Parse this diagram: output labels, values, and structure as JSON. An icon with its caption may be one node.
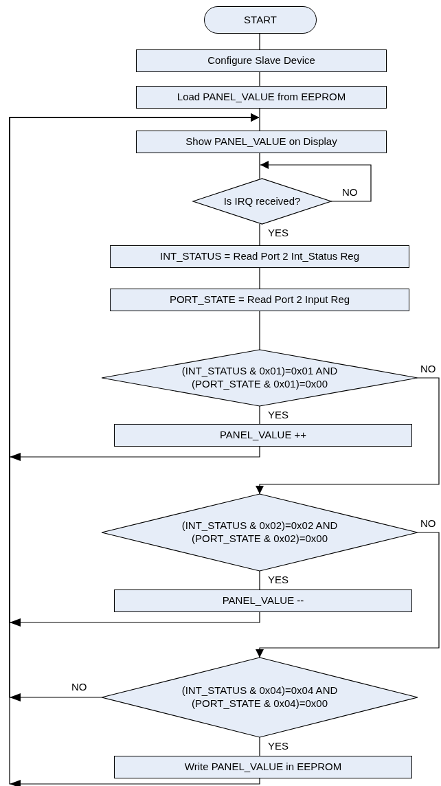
{
  "diagram": {
    "nodes": [
      {
        "text": [
          "START"
        ]
      },
      {
        "text": [
          "Configure Slave Device"
        ]
      },
      {
        "text": [
          "Load PANEL_VALUE from EEPROM"
        ]
      },
      {
        "text": [
          "Show PANEL_VALUE on Display"
        ]
      },
      {
        "text": [
          "Is IRQ received?"
        ]
      },
      {
        "text": [
          "INT_STATUS = Read Port 2 Int_Status Reg"
        ]
      },
      {
        "text": [
          "PORT_STATE = Read Port 2 Input Reg"
        ]
      },
      {
        "text": [
          "(INT_STATUS & 0x01)=0x01 AND (PORT_STATE & 0x01)=0x00"
        ]
      },
      {
        "text": [
          "PANEL_VALUE ++"
        ]
      },
      {
        "text": [
          "(INT_STATUS & 0x02)=0x02 AND (PORT_STATE & 0x02)=0x00"
        ]
      },
      {
        "text": [
          "PANEL_VALUE --"
        ]
      },
      {
        "text": [
          "(INT_STATUS & 0x04)=0x04 AND (PORT_STATE & 0x04)=0x00"
        ]
      },
      {
        "text": [
          "Write PANEL_VALUE in EEPROM"
        ]
      }
    ],
    "edges": [
      {
        "from": 0,
        "to": 1,
        "arrow": "none"
      },
      {
        "from": 1,
        "to": 2,
        "arrow": "none"
      },
      {
        "from": 2,
        "to": 3,
        "arrow": "none"
      },
      {
        "from": 3,
        "to": 4,
        "arrow": "none"
      },
      {
        "from": 4,
        "to": 4,
        "arrow": "to",
        "label": "NO"
      },
      {
        "from": 4,
        "to": 5,
        "arrow": "none",
        "label": "YES"
      },
      {
        "from": 5,
        "to": 6,
        "arrow": "none"
      },
      {
        "from": 6,
        "to": 7,
        "arrow": "none"
      },
      {
        "from": 7,
        "to": 8,
        "arrow": "none",
        "label": "YES"
      },
      {
        "from": 7,
        "to": 9,
        "arrow": "to",
        "label": "NO"
      },
      {
        "from": 8,
        "to": 3,
        "arrow": "to"
      },
      {
        "from": 9,
        "to": 10,
        "arrow": "none",
        "label": "YES"
      },
      {
        "from": 10,
        "to": 3,
        "arrow": "to"
      },
      {
        "from": 9,
        "to": 11,
        "arrow": "to",
        "label": "NO"
      },
      {
        "from": 11,
        "to": 12,
        "arrow": "none",
        "label": "YES"
      },
      {
        "from": 11,
        "to": 3,
        "arrow": "to",
        "label": "NO"
      },
      {
        "from": 12,
        "to": 3,
        "arrow": "to"
      }
    ]
  }
}
